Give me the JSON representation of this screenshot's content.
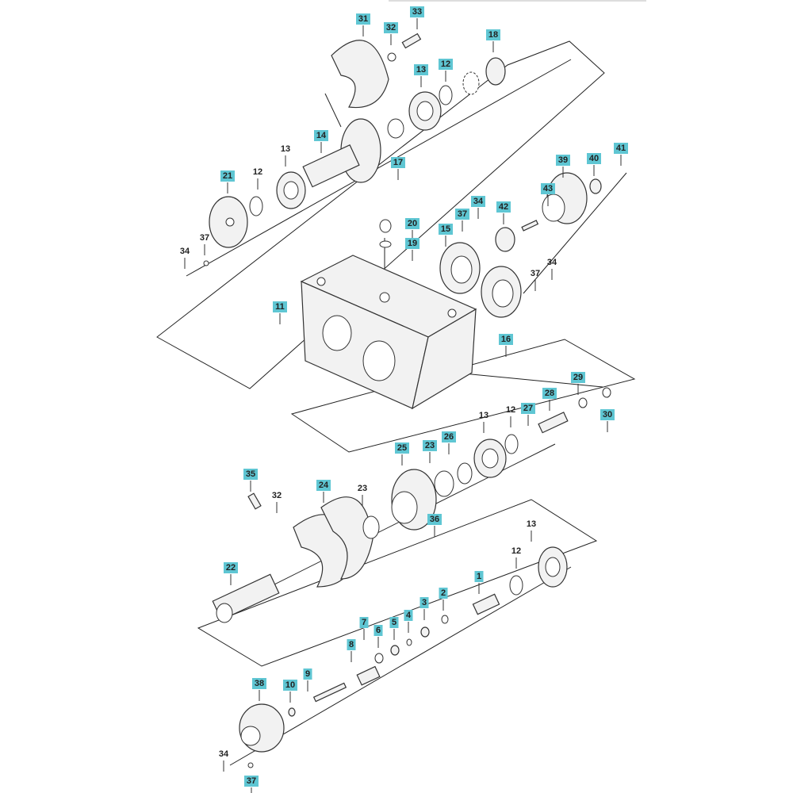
{
  "diagram": {
    "title": "Gearbox exploded parts view",
    "highlight_color": "#5fc6d3",
    "labels": [
      {
        "number": "31",
        "highlighted": true
      },
      {
        "number": "32",
        "highlighted": true
      },
      {
        "number": "33",
        "highlighted": true
      },
      {
        "number": "18",
        "highlighted": true
      },
      {
        "number": "13",
        "highlighted": true
      },
      {
        "number": "12",
        "highlighted": true
      },
      {
        "number": "14",
        "highlighted": true
      },
      {
        "number": "13",
        "highlighted": false
      },
      {
        "number": "17",
        "highlighted": true
      },
      {
        "number": "21",
        "highlighted": true
      },
      {
        "number": "12",
        "highlighted": false
      },
      {
        "number": "37",
        "highlighted": false
      },
      {
        "number": "34",
        "highlighted": false
      },
      {
        "number": "39",
        "highlighted": true
      },
      {
        "number": "40",
        "highlighted": true
      },
      {
        "number": "41",
        "highlighted": true
      },
      {
        "number": "43",
        "highlighted": true
      },
      {
        "number": "34",
        "highlighted": true
      },
      {
        "number": "42",
        "highlighted": true
      },
      {
        "number": "37",
        "highlighted": true
      },
      {
        "number": "20",
        "highlighted": true
      },
      {
        "number": "19",
        "highlighted": true
      },
      {
        "number": "15",
        "highlighted": true
      },
      {
        "number": "34",
        "highlighted": false
      },
      {
        "number": "37",
        "highlighted": false
      },
      {
        "number": "11",
        "highlighted": true
      },
      {
        "number": "16",
        "highlighted": true
      },
      {
        "number": "29",
        "highlighted": true
      },
      {
        "number": "28",
        "highlighted": true
      },
      {
        "number": "30",
        "highlighted": true
      },
      {
        "number": "27",
        "highlighted": true
      },
      {
        "number": "12",
        "highlighted": false
      },
      {
        "number": "13",
        "highlighted": false
      },
      {
        "number": "26",
        "highlighted": true
      },
      {
        "number": "23",
        "highlighted": true
      },
      {
        "number": "25",
        "highlighted": true
      },
      {
        "number": "35",
        "highlighted": true
      },
      {
        "number": "32",
        "highlighted": false
      },
      {
        "number": "24",
        "highlighted": true
      },
      {
        "number": "23",
        "highlighted": false
      },
      {
        "number": "36",
        "highlighted": true
      },
      {
        "number": "13",
        "highlighted": false
      },
      {
        "number": "12",
        "highlighted": false
      },
      {
        "number": "1",
        "highlighted": true
      },
      {
        "number": "22",
        "highlighted": true
      },
      {
        "number": "2",
        "highlighted": true
      },
      {
        "number": "3",
        "highlighted": true
      },
      {
        "number": "4",
        "highlighted": true
      },
      {
        "number": "5",
        "highlighted": true
      },
      {
        "number": "6",
        "highlighted": true
      },
      {
        "number": "7",
        "highlighted": true
      },
      {
        "number": "8",
        "highlighted": true
      },
      {
        "number": "9",
        "highlighted": true
      },
      {
        "number": "10",
        "highlighted": true
      },
      {
        "number": "38",
        "highlighted": true
      },
      {
        "number": "34",
        "highlighted": false
      },
      {
        "number": "37",
        "highlighted": true
      }
    ]
  }
}
